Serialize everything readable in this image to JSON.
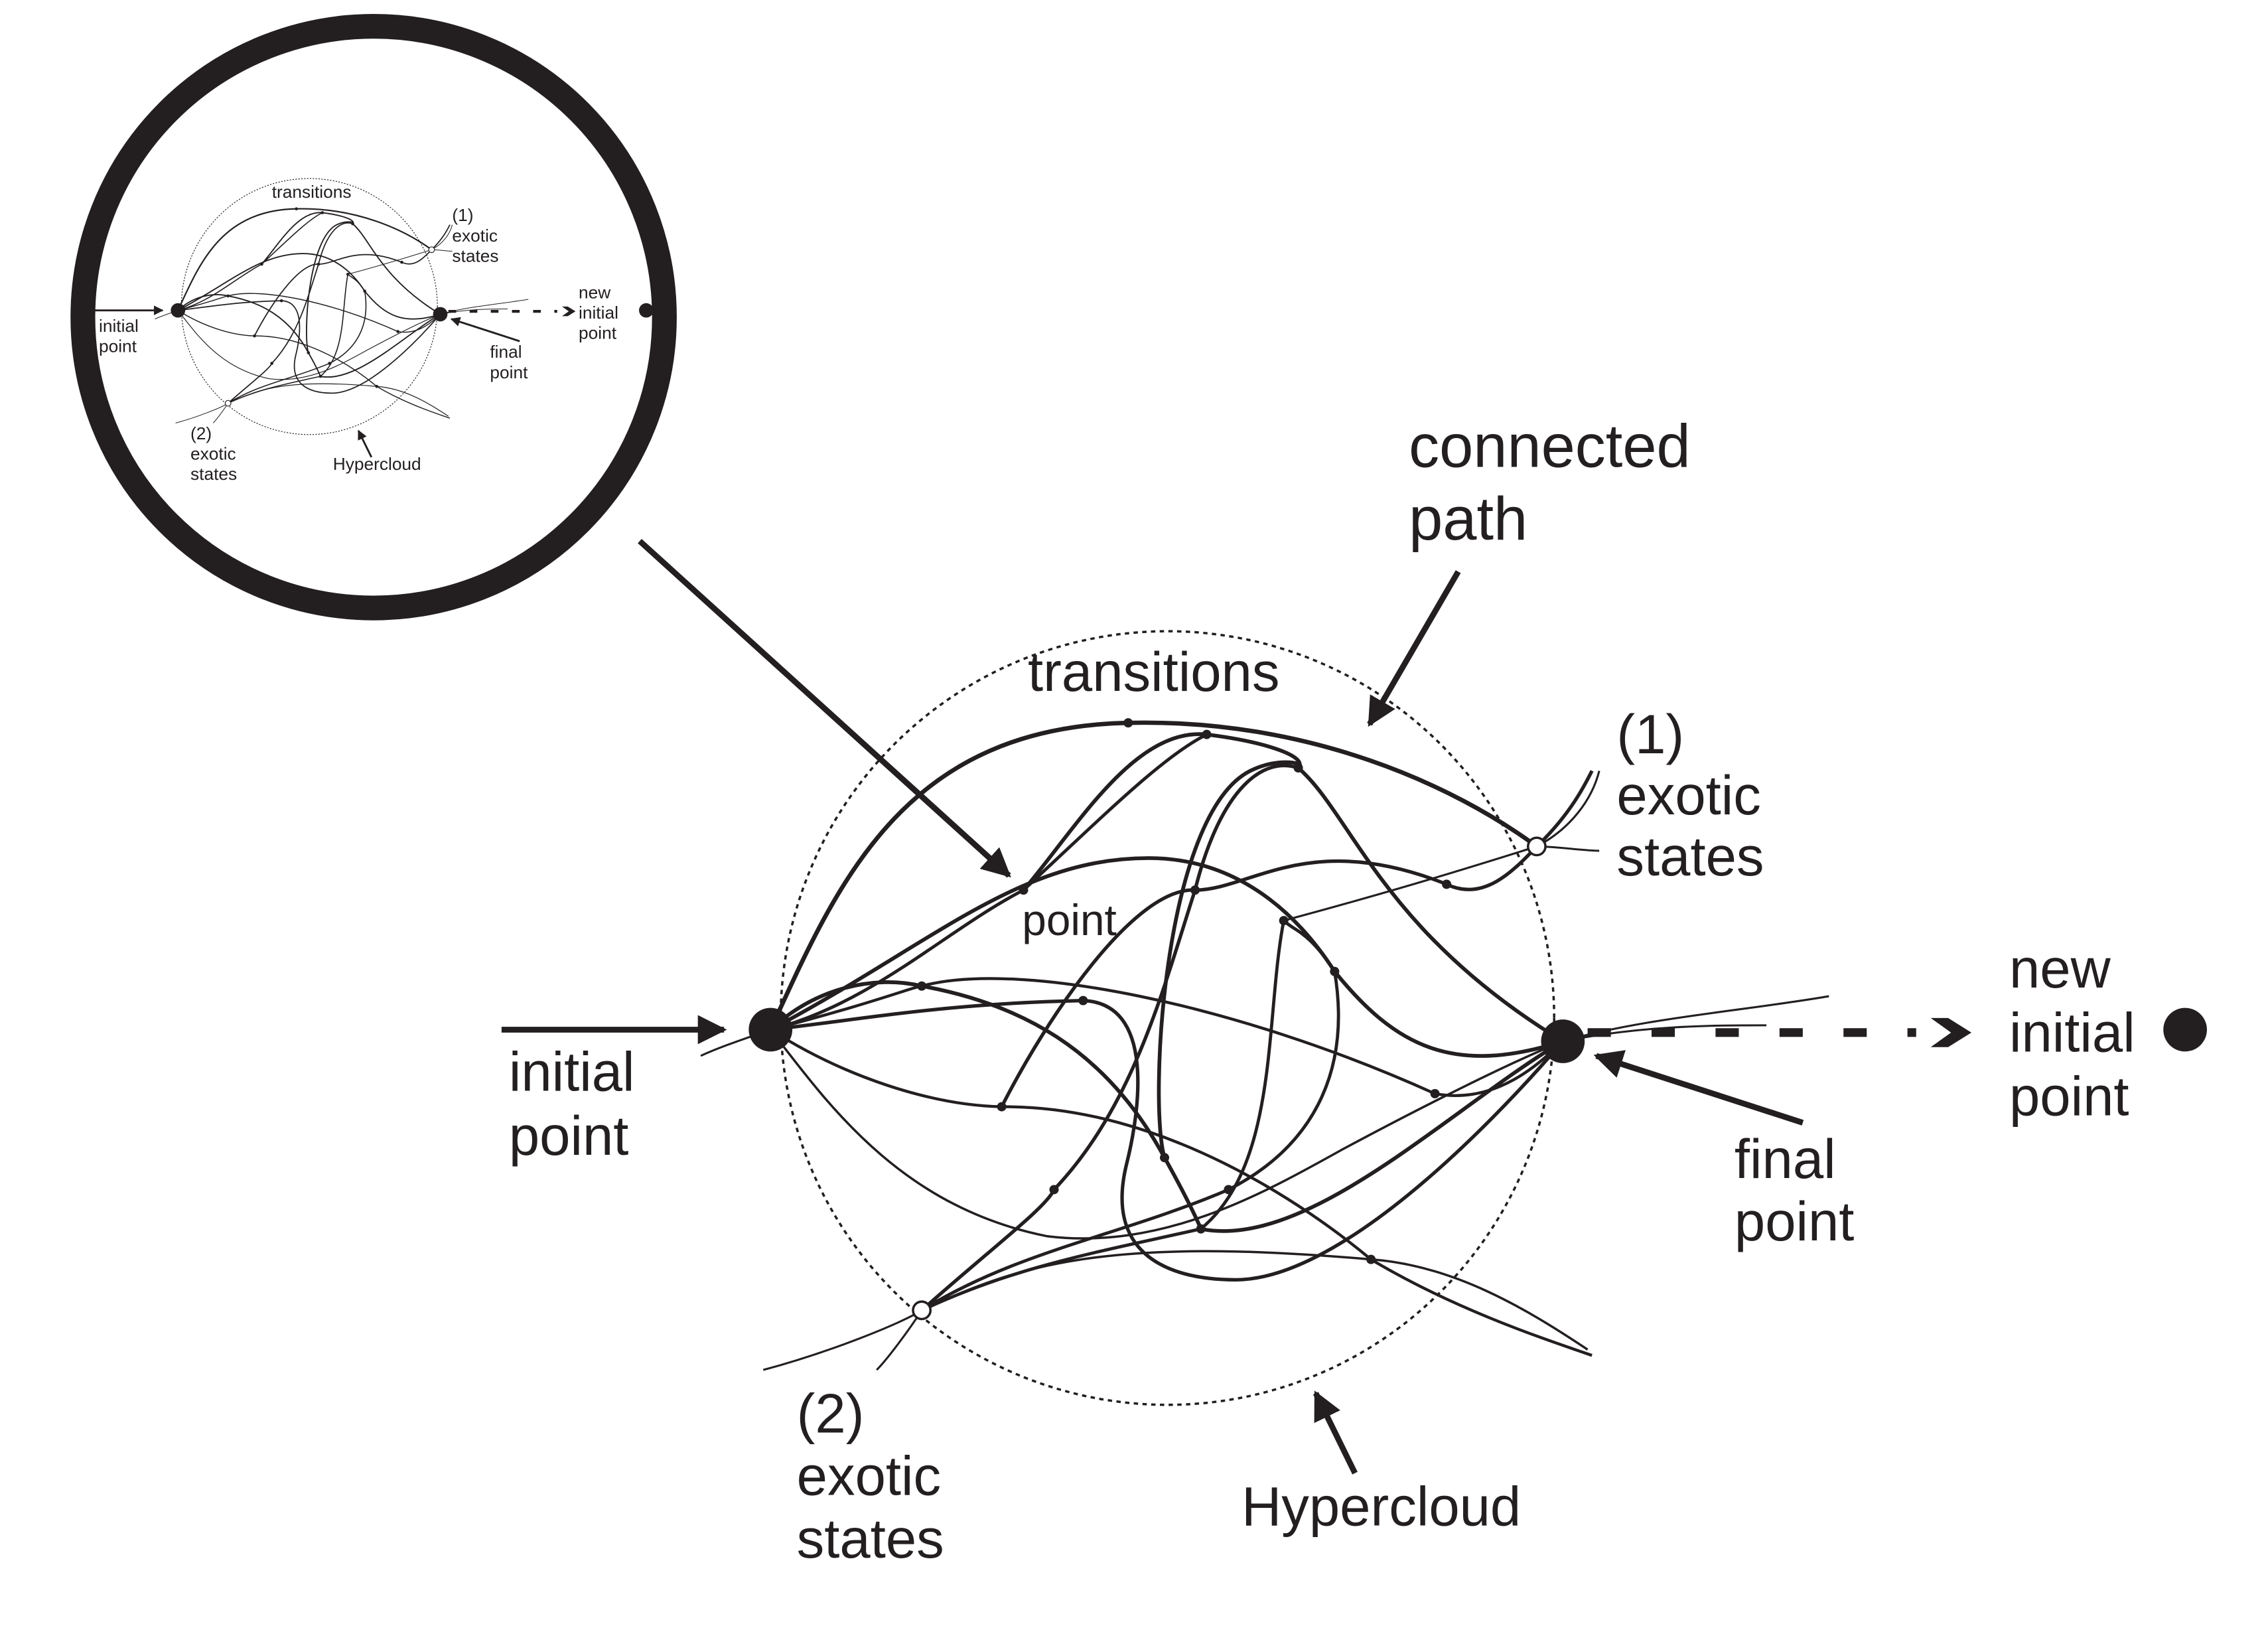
{
  "colors": {
    "ink": "#231f20",
    "background": "#ffffff"
  },
  "main": {
    "transitions": "transitions",
    "point": "point",
    "connected_path": [
      "connected",
      "path"
    ],
    "exotic_1": [
      "(1)",
      "exotic",
      "states"
    ],
    "exotic_2": [
      "(2)",
      "exotic",
      "states"
    ],
    "initial_point": [
      "initial",
      "point"
    ],
    "final_point": [
      "final",
      "point"
    ],
    "new_initial_point": [
      "new",
      "initial",
      "point"
    ],
    "hypercloud": "Hypercloud"
  },
  "inset": {
    "transitions": "transitions",
    "exotic_1": [
      "(1)",
      "exotic",
      "states"
    ],
    "exotic_2": [
      "(2)",
      "exotic",
      "states"
    ],
    "initial_point": [
      "initial",
      "point"
    ],
    "final_point": [
      "final",
      "point"
    ],
    "new_initial_point": [
      "new",
      "initial",
      "point"
    ],
    "hypercloud": "Hypercloud"
  }
}
